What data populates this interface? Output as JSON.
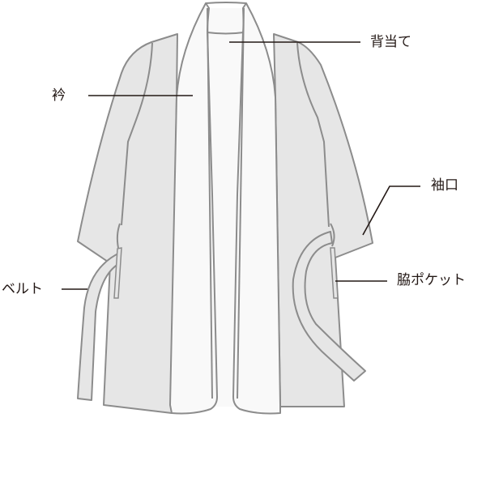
{
  "diagram": {
    "subject": "coat-front-view",
    "colors": {
      "body_fill": "#e6e6e6",
      "collar_fill": "#f9f9f9",
      "outline": "#8c8c8c",
      "leader_line": "#231815",
      "label_text": "#231815"
    },
    "labels": {
      "back_stay": "背当て",
      "collar": "衿",
      "cuff": "袖口",
      "side_pocket": "脇ポケット",
      "belt": "ベルト"
    }
  }
}
